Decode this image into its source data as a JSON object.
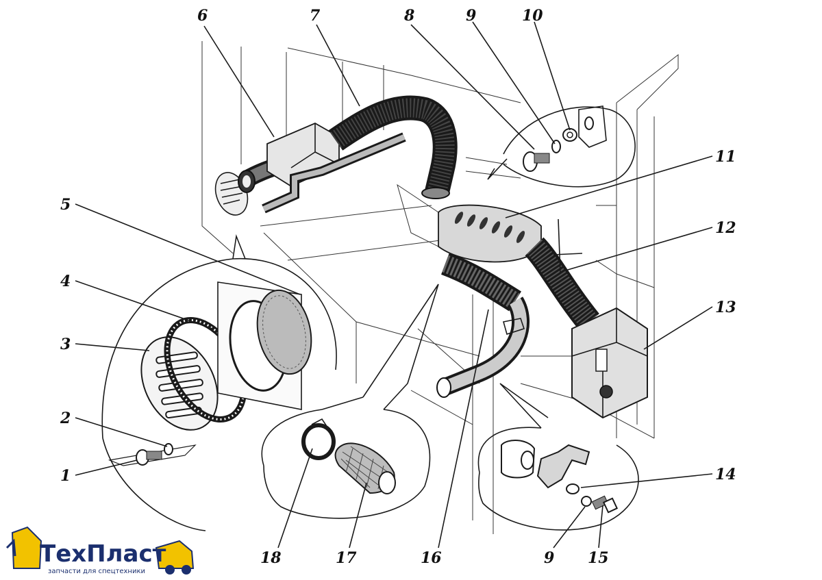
{
  "colors": {
    "ink": "#1a1a1a",
    "logo_blue": "#1b2f6e",
    "logo_yellow": "#f2c200"
  },
  "callouts": {
    "c1": "1",
    "c2": "2",
    "c3": "3",
    "c4": "4",
    "c5": "5",
    "c6": "6",
    "c7": "7",
    "c8": "8",
    "c9a": "9",
    "c9b": "9",
    "c10": "10",
    "c11": "11",
    "c12": "12",
    "c13": "13",
    "c14": "14",
    "c15": "15",
    "c16": "16",
    "c17": "17",
    "c18": "18"
  },
  "logo": {
    "name": "ТехПласт",
    "tagline": "запчасти для спецтехники"
  }
}
